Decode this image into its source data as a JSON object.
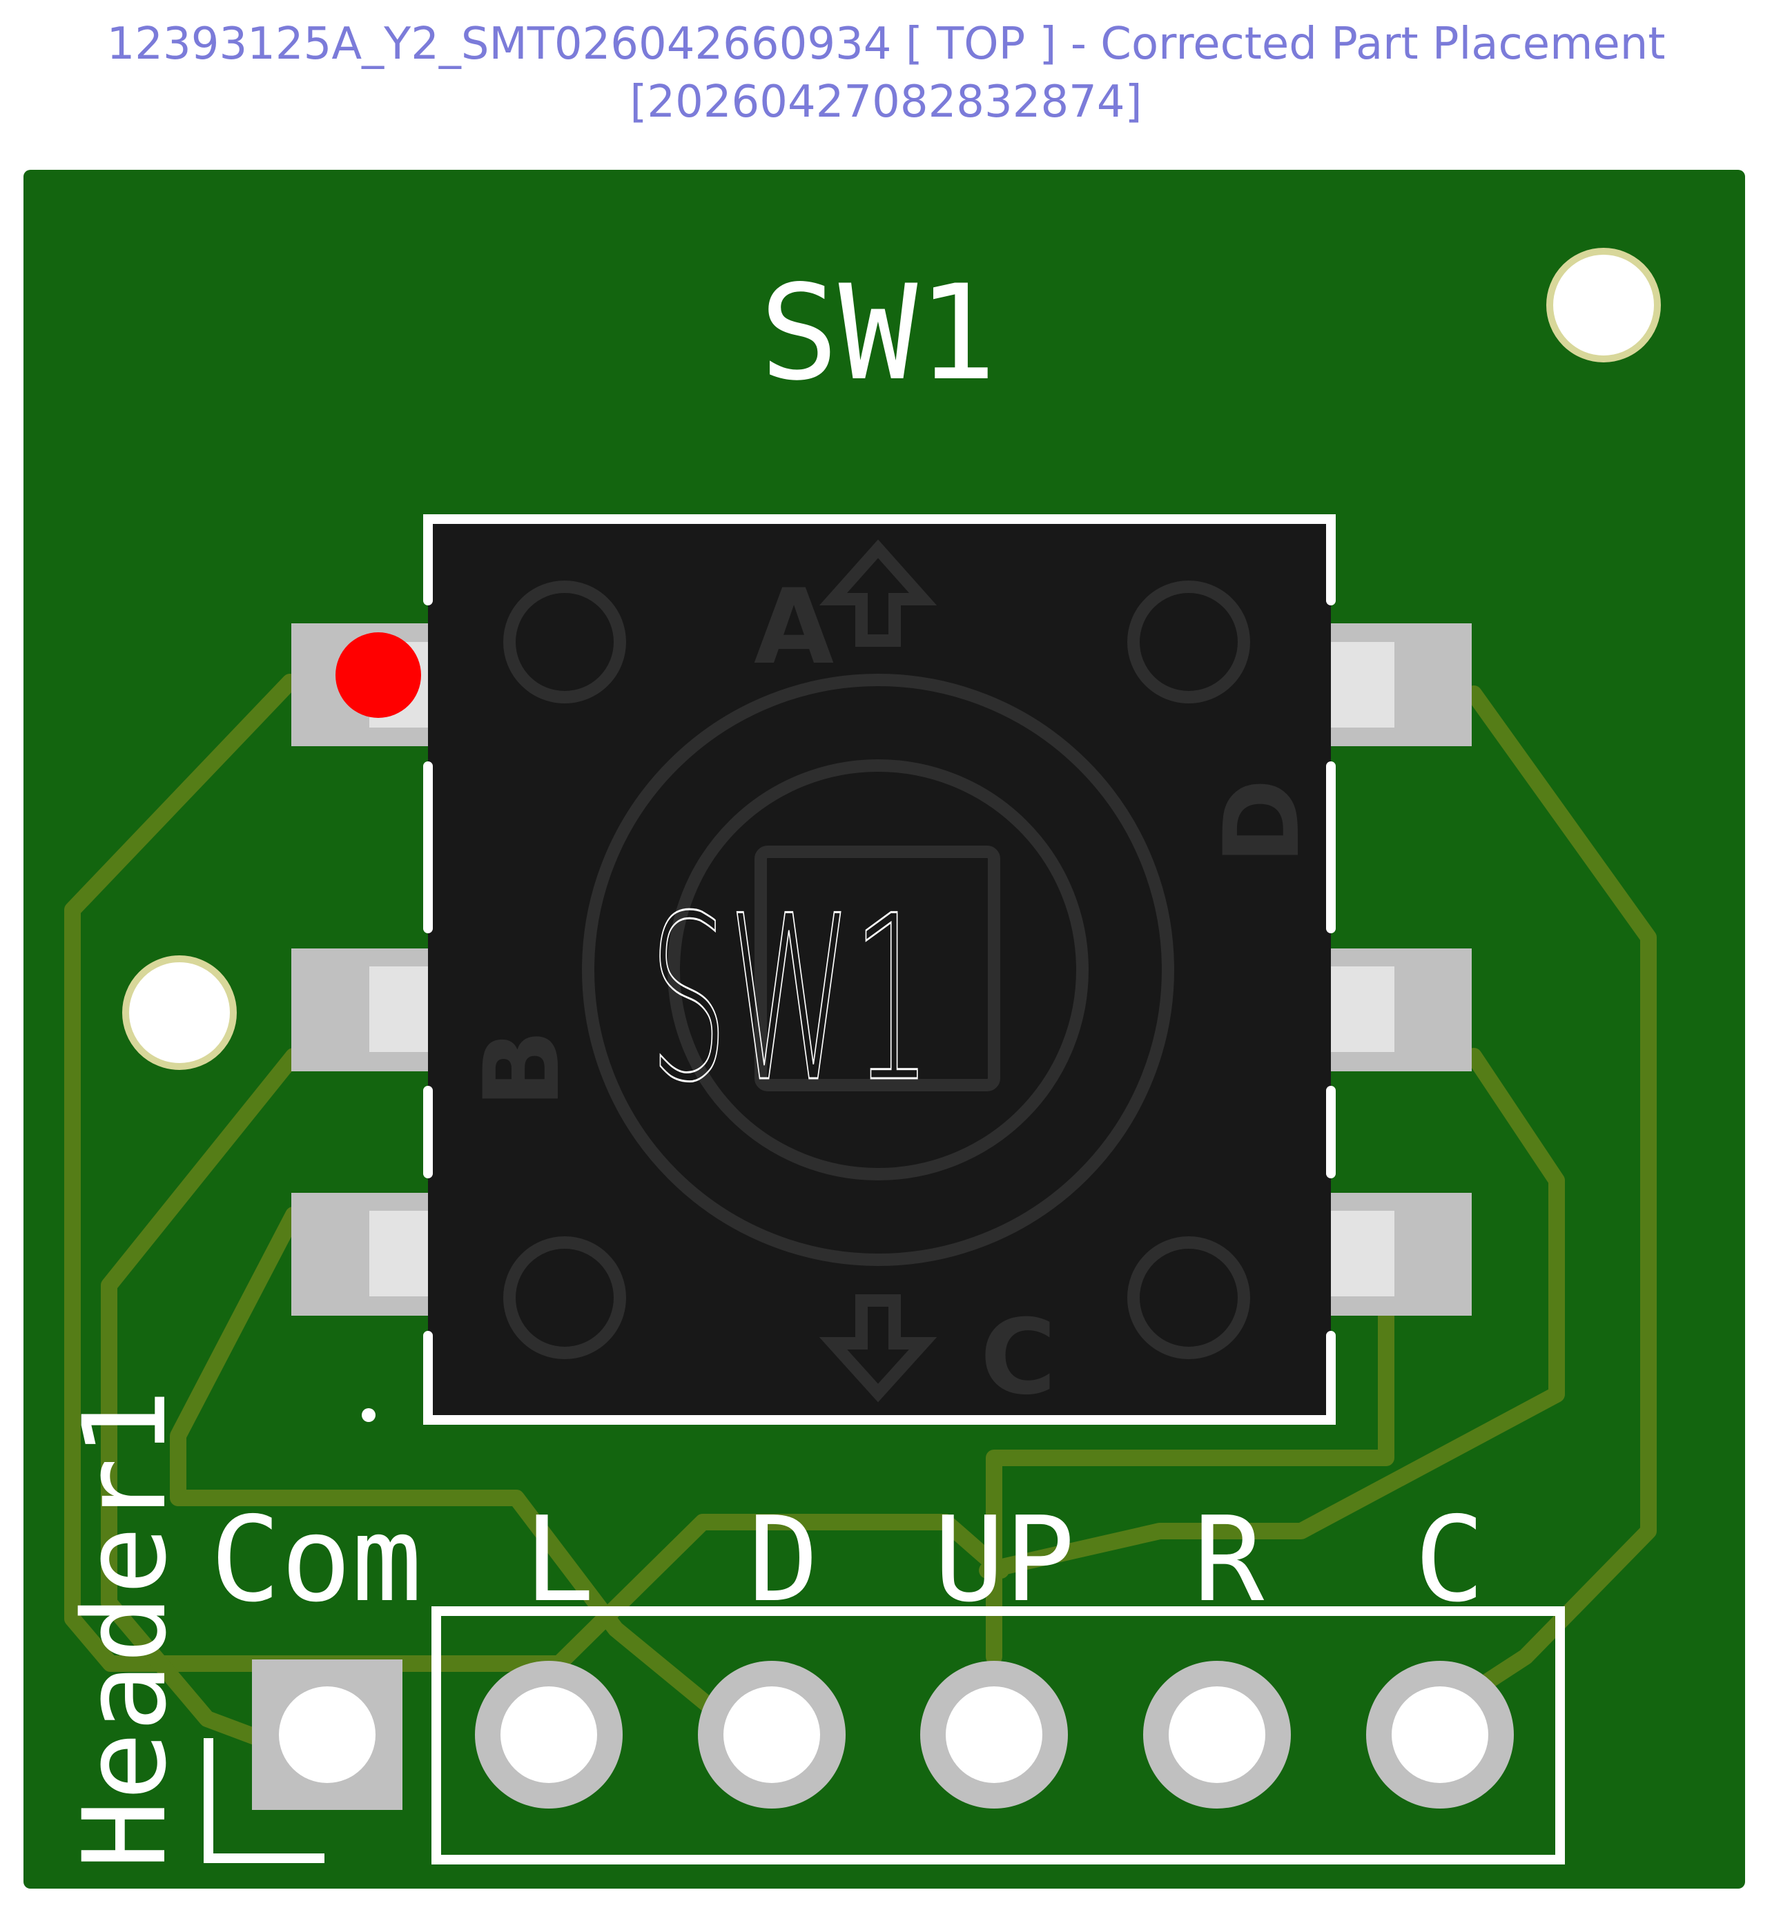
{
  "header": {
    "title_line1": "12393125A_Y2_SMT026042660934 [ TOP ] - Corrected Part Placement",
    "title_line2": "[20260427082832874]"
  },
  "colors": {
    "board": "#13650f",
    "trace": "#557d17",
    "pad": "#c0c0c0",
    "pad_inner": "#e3e3e3",
    "body": "#181818",
    "body_mark": "#2e2e2e",
    "silk": "#ffffff",
    "pin1_marker": "#ff0000",
    "mount_ring": "#d8d79a",
    "title": "#7b7bd9"
  },
  "board": {
    "switch_ref": "SW1",
    "switch_value_label": "SW1",
    "switch_dir_labels": {
      "a": "A",
      "b": "B",
      "c": "C",
      "d": "D"
    },
    "header_ref": "Header1",
    "header_pin_labels": [
      "Com",
      "L",
      "D",
      "UP",
      "R",
      "C"
    ]
  }
}
